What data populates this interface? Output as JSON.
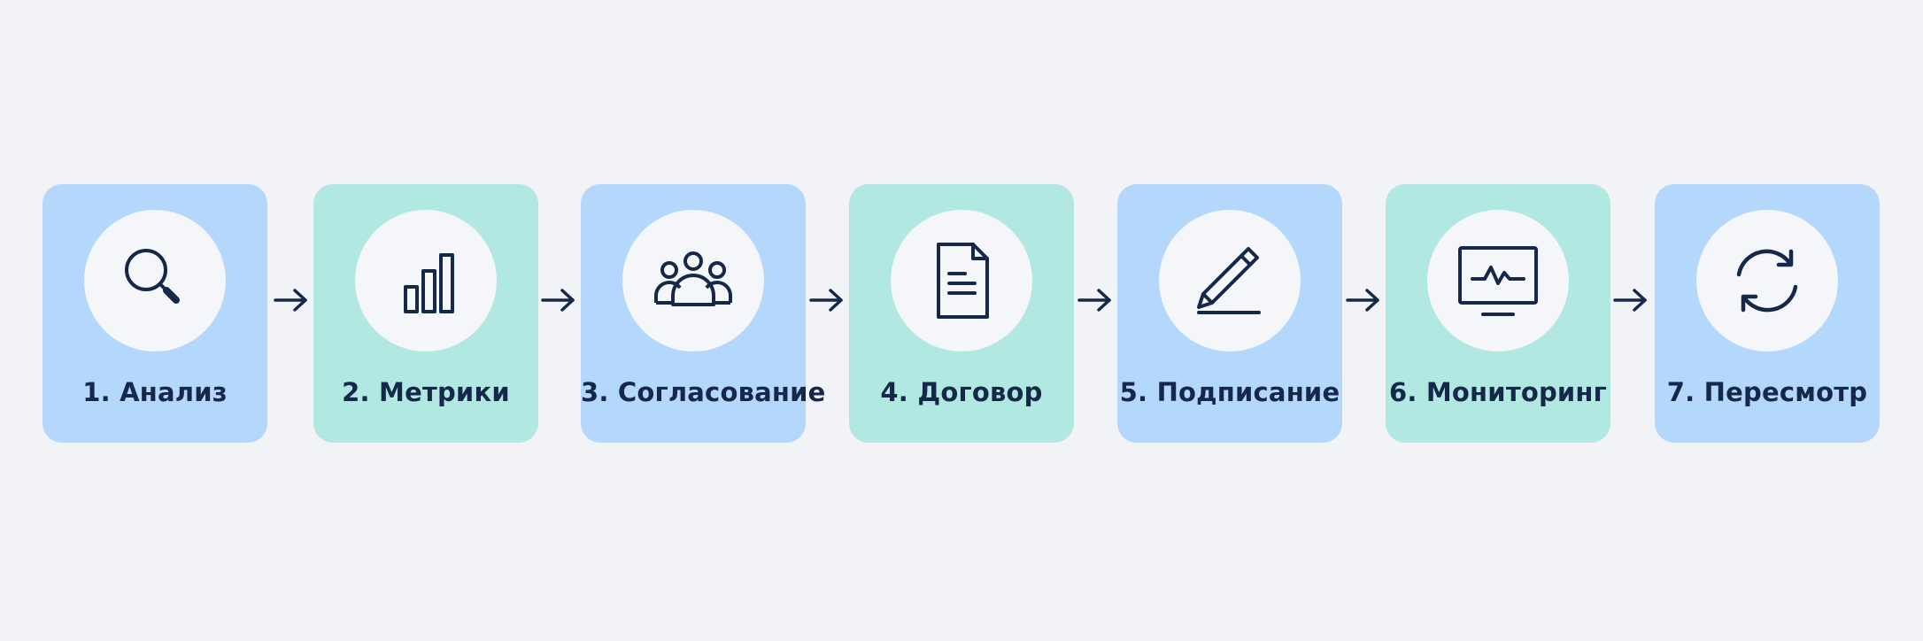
{
  "colors": {
    "background": "#f2f3f6",
    "blue_card": "#b4d8fb",
    "green_card": "#b2e8e2",
    "icon_circle": "#f4f6f9",
    "ink": "#15284a"
  },
  "steps": [
    {
      "label": "1. Анализ",
      "icon": "magnifier-icon",
      "color": "#b4d8fb"
    },
    {
      "label": "2. Метрики",
      "icon": "bar-chart-icon",
      "color": "#b2e8e2"
    },
    {
      "label": "3. Согласование",
      "icon": "people-group-icon",
      "color": "#b4d8fb"
    },
    {
      "label": "4. Договор",
      "icon": "document-icon",
      "color": "#b2e8e2"
    },
    {
      "label": "5. Подписание",
      "icon": "pen-icon",
      "color": "#b4d8fb"
    },
    {
      "label": "6. Мониторинг",
      "icon": "monitor-icon",
      "color": "#b2e8e2"
    },
    {
      "label": "7. Пересмотр",
      "icon": "refresh-icon",
      "color": "#b4d8fb"
    }
  ]
}
